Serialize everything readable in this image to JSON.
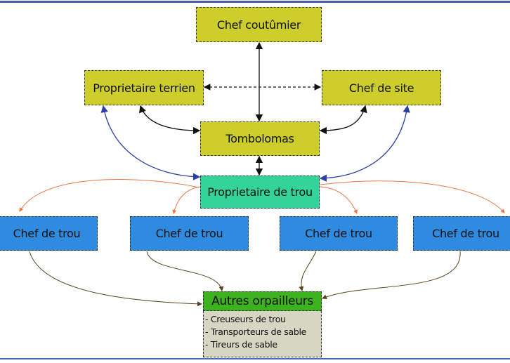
{
  "nodes": {
    "chef_coutumier": "Chef coutûmier",
    "proprietaire_terrien": "Proprietaire terrien",
    "chef_de_site": "Chef de site",
    "tombolomas": "Tombolomas",
    "proprietaire_de_trou": "Proprietaire de trou",
    "chefs_de_trou": [
      "Chef de trou",
      "Chef de trou",
      "Chef de trou",
      "Chef de trou"
    ],
    "autres_orpailleurs": "Autres orpailleurs",
    "orpailleurs_list": [
      "- Creuseurs de trou",
      "- Transporteurs de sable",
      "- Tireurs de sable"
    ]
  },
  "colors": {
    "top_level": "#cdcd2c",
    "proprietaire_de_trou": "#33d39a",
    "chef_de_trou": "#2e8be0",
    "autres_orpailleurs": "#3cb31e",
    "list_bg": "#d6d6c2",
    "edge_black": "#111111",
    "edge_blue": "#2a3fa8",
    "edge_orange": "#e8784a",
    "edge_brown": "#5a4220"
  }
}
